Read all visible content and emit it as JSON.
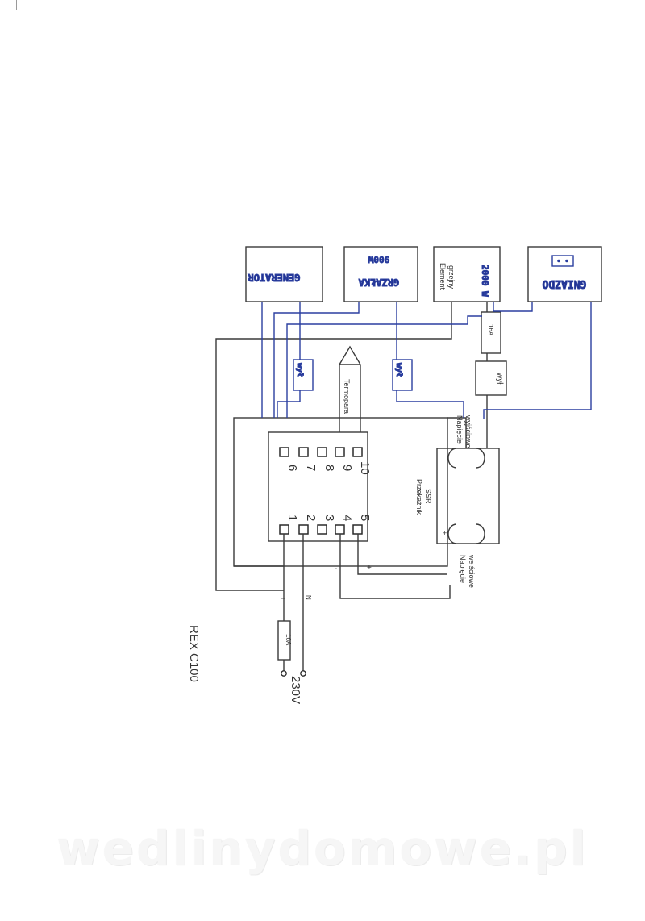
{
  "diagram": {
    "title": "REX C100",
    "supply_voltage": "230V",
    "line_labels": {
      "live": "L",
      "neutral": "N"
    },
    "mains_fuse": "16A",
    "controller_terminals": {
      "left": [
        "1",
        "2",
        "3",
        "4",
        "5"
      ],
      "right": [
        "6",
        "7",
        "8",
        "9",
        "10"
      ]
    },
    "thermocouple": "Termopara",
    "ssr": {
      "name": "Przekaźnik\nSSR",
      "output_label": "Napięcie\nwyjściowe",
      "input_label": "Napięcie\nwejściowe",
      "plus": "+",
      "minus": "-"
    },
    "heater_fuse": "16A",
    "switches": {
      "heater": "wył",
      "generator": "wył",
      "grzalka": "wył"
    },
    "devices": {
      "generator": "GENERATOR",
      "grzalka": "GRZAŁKA",
      "grzalka_power": "900W",
      "heater": "Element\ngrzejny",
      "heater_power": "2000 W",
      "socket": "GNIAZDO"
    }
  },
  "watermark": "wedlinydomowe.pl"
}
